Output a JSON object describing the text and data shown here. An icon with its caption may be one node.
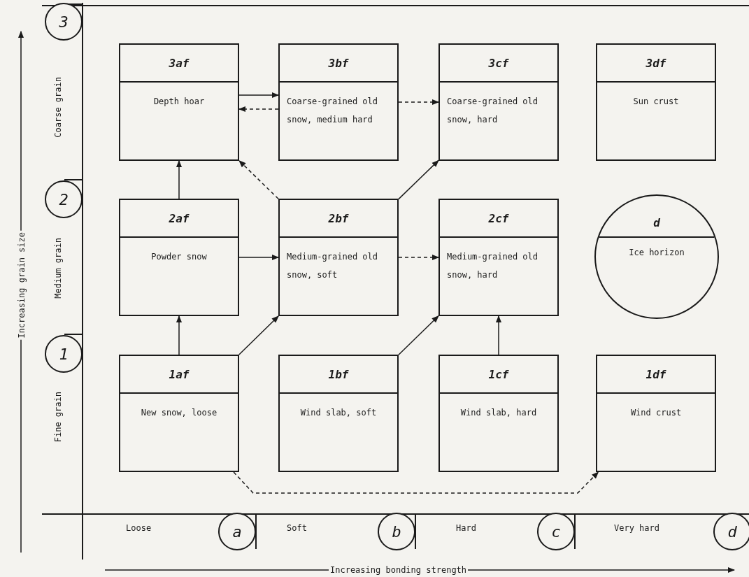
{
  "diagram": {
    "nodes": [
      {
        "text": [
          "3"
        ]
      },
      {
        "text": [
          "3af",
          "Depth hoar"
        ]
      },
      {
        "text": [
          "3bf",
          "Coarse-grained old snow, medium hard"
        ]
      },
      {
        "text": [
          "3cf",
          "Coarse-grained old snow, hard"
        ]
      },
      {
        "text": [
          "3df",
          "Sun crust"
        ]
      },
      {
        "text": [
          "2"
        ]
      },
      {
        "text": [
          "2af",
          "Powder snow"
        ]
      },
      {
        "text": [
          "2bf",
          "Medium-grained old snow, soft"
        ]
      },
      {
        "text": [
          "2cf",
          "Medium-grained old snow, hard"
        ]
      },
      {
        "text": [
          "d",
          "Ice horizon"
        ]
      },
      {
        "text": [
          "1"
        ]
      },
      {
        "text": [
          "1af",
          "New snow, loose"
        ]
      },
      {
        "text": [
          "1bf",
          "Wind slab, soft"
        ]
      },
      {
        "text": [
          "1cf",
          "Wind slab, hard"
        ]
      },
      {
        "text": [
          "1df",
          "Wind crust"
        ]
      },
      {
        "text": [
          "a"
        ]
      },
      {
        "text": [
          "b"
        ]
      },
      {
        "text": [
          "c"
        ]
      },
      {
        "text": [
          "d"
        ]
      }
    ],
    "edges": [
      {
        "from": 11,
        "to": 6,
        "arrow": "to"
      },
      {
        "from": 11,
        "to": 7,
        "arrow": "to"
      },
      {
        "from": 12,
        "to": 8,
        "arrow": "to"
      },
      {
        "from": 13,
        "to": 8,
        "arrow": "to"
      },
      {
        "from": 11,
        "to": 14,
        "arrow": "to",
        "style": "dashed"
      },
      {
        "from": 6,
        "to": 1,
        "arrow": "to"
      },
      {
        "from": 6,
        "to": 7,
        "arrow": "to"
      },
      {
        "from": 7,
        "to": 8,
        "arrow": "to",
        "style": "dashed"
      },
      {
        "from": 7,
        "to": 1,
        "arrow": "to",
        "style": "dashed"
      },
      {
        "from": 7,
        "to": 3,
        "arrow": "to"
      },
      {
        "from": 1,
        "to": 2,
        "arrow": "to"
      },
      {
        "from": 2,
        "to": 1,
        "arrow": "to",
        "style": "dashed"
      },
      {
        "from": 2,
        "to": 3,
        "arrow": "to",
        "style": "dashed"
      }
    ],
    "labels": [
      "Increasing grain size",
      "Coarse grain",
      "Medium grain",
      "Fine grain",
      "Loose",
      "Soft",
      "Hard",
      "Very hard",
      "Increasing bonding strength"
    ]
  }
}
